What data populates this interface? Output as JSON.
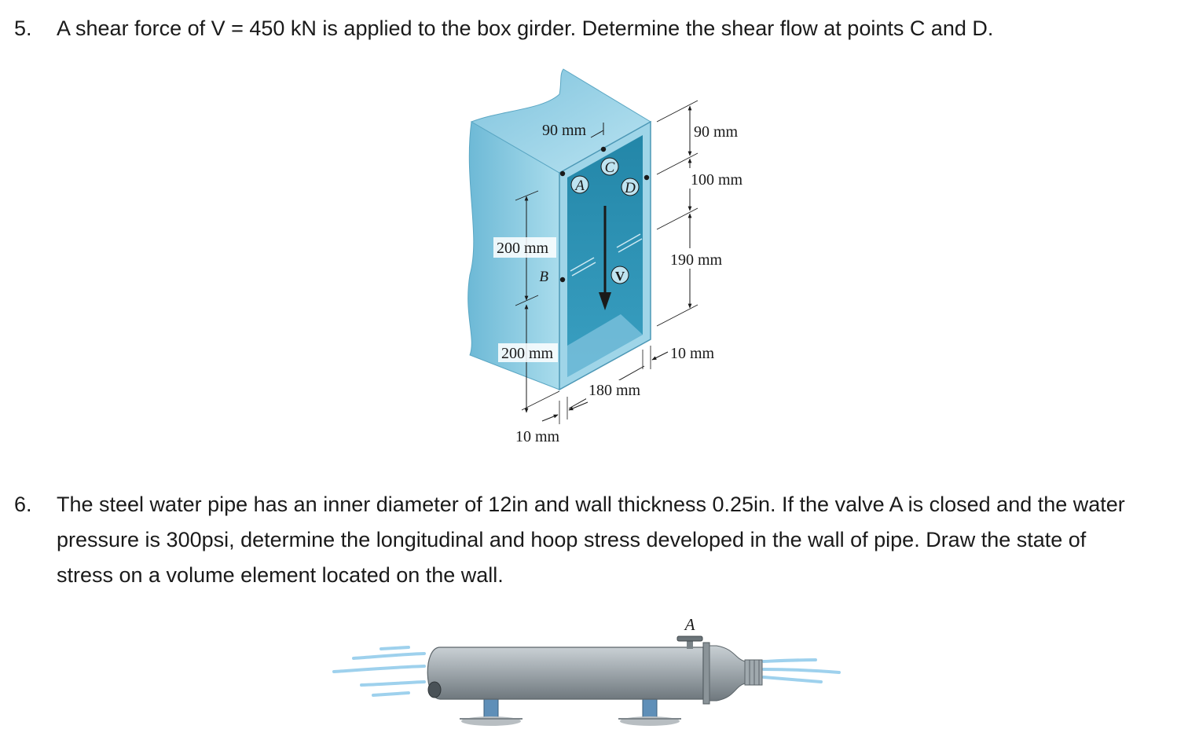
{
  "problem5": {
    "number": "5.",
    "text": "A shear force of V = 450 kN is applied to the box girder. Determine the shear flow at points C and D.",
    "figure": {
      "dims": {
        "top_flange_width": "90 mm",
        "right_top": "90 mm",
        "right_mid": "100 mm",
        "right_lower": "190 mm",
        "left_upper": "200 mm",
        "left_lower": "200 mm",
        "bottom_width": "180 mm",
        "wall_right": "10 mm",
        "wall_bottom": "10 mm"
      },
      "points": {
        "a": "A",
        "b": "B",
        "c": "C",
        "d": "D",
        "v": "V"
      },
      "colors": {
        "girder_light": "#8fcbe0",
        "girder_face": "#2a8fb0",
        "girder_dark": "#1f6f8a"
      }
    }
  },
  "problem6": {
    "number": "6.",
    "text": "The steel water pipe has an inner diameter of 12in and wall thickness 0.25in. If the valve A is closed and the water pressure is 300psi, determine the longitudinal and hoop stress developed in the wall of pipe. Draw the state of stress on a volume element located on the wall.",
    "figure": {
      "valve_label": "A",
      "colors": {
        "pipe": "#9aa3a8",
        "water": "#8ec9ea"
      }
    }
  }
}
